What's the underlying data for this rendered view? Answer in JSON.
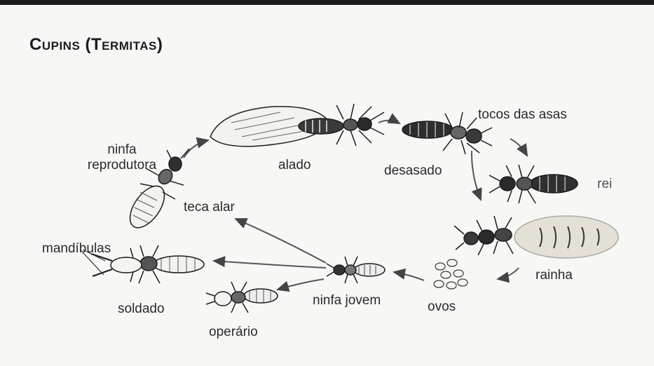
{
  "title": "Cupins (Termitas)",
  "labels": {
    "ninfa_reprodutora_1": "ninfa",
    "ninfa_reprodutora_2": "reprodutora",
    "teca_alar": "teca alar",
    "alado": "alado",
    "desasado": "desasado",
    "tocos_das_asas": "tocos das asas",
    "rei": "rei",
    "rainha": "rainha",
    "ovos": "ovos",
    "ninfa_jovem": "ninfa jovem",
    "soldado": "soldado",
    "mandibulas": "mandíbulas",
    "operario": "operário"
  },
  "colors": {
    "ink": "#1c1c1c",
    "arrow": "#555555",
    "queen_abdomen": "#d8d2c4"
  }
}
